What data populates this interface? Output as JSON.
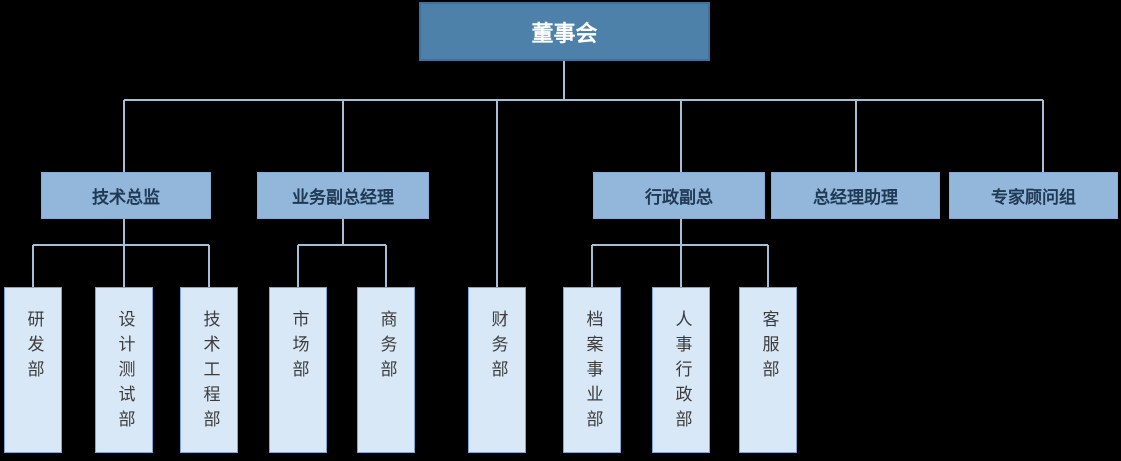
{
  "page": {
    "background": "#000000",
    "diagram_type": "org-chart"
  },
  "palette": {
    "level1_fill": "#4e81aa",
    "level1_border": "#41719a",
    "level1_text": "#ffffff",
    "level2_fill": "#93b7db",
    "level2_text": "#203a55",
    "level3_fill": "#d9e8f7",
    "level3_border": "#7ea6d4",
    "level3_text": "#3c3c3c",
    "connector": "#a6bed6"
  },
  "org_chart": {
    "root": {
      "label": "董事会"
    },
    "managers": [
      {
        "label": "技术总监",
        "reports_to": "董事会"
      },
      {
        "label": "业务副总经理",
        "reports_to": "董事会"
      },
      {
        "label": "行政副总",
        "reports_to": "董事会"
      },
      {
        "label": "总经理助理",
        "reports_to": "董事会"
      },
      {
        "label": "专家顾问组",
        "reports_to": "董事会"
      }
    ],
    "departments": [
      {
        "label": "研发部",
        "reports_to": "技术总监"
      },
      {
        "label": "设计测试部",
        "reports_to": "技术总监"
      },
      {
        "label": "技术工程部",
        "reports_to": "技术总监"
      },
      {
        "label": "市场部",
        "reports_to": "业务副总经理"
      },
      {
        "label": "商务部",
        "reports_to": "业务副总经理"
      },
      {
        "label": "财务部",
        "reports_to": "董事会"
      },
      {
        "label": "档案事业部",
        "reports_to": "行政副总"
      },
      {
        "label": "人事行政部",
        "reports_to": "行政副总"
      },
      {
        "label": "客服部",
        "reports_to": "行政副总"
      }
    ]
  }
}
